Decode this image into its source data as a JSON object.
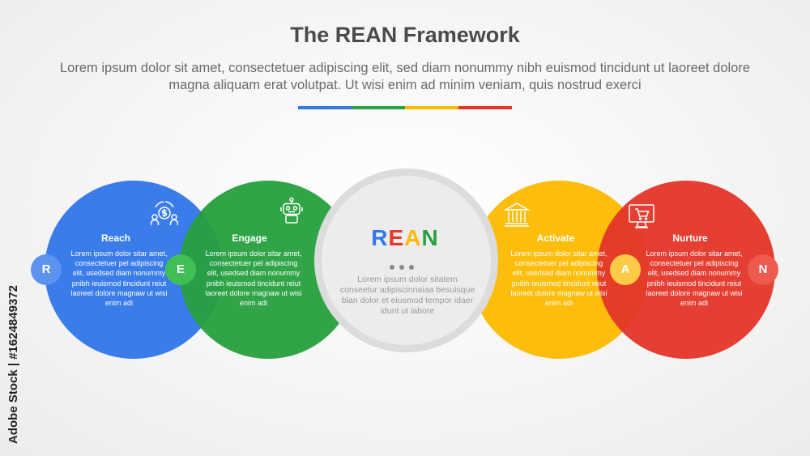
{
  "header": {
    "title": "The REAN Framework",
    "subtitle": "Lorem ipsum dolor sit amet, consectetuer adipiscing elit, sed diam nonummy nibh euismod tincidunt ut laoreet dolore magna aliquam erat volutpat. Ut wisi enim ad minim veniam, quis nostrud exerci",
    "rule_colors": [
      "#3478E8",
      "#28A040",
      "#FCBA03",
      "#E4362A"
    ]
  },
  "stages": [
    {
      "letter": "R",
      "title": "Reach",
      "icon": "money-exchange-icon",
      "color": "#3478E8",
      "text": "Lorem ipsum dolor sitar amet, consectetuer pel adipiscing elit, usedsed diam nonummy pnibh ieuismod tincidunt reiut laoreet dolore magnaw ut wisi enim adi"
    },
    {
      "letter": "E",
      "title": "Engage",
      "icon": "robot-icon",
      "color": "#28A040",
      "text": "Lorem ipsum dolor sitar amet, consectetuer pel adipiscing elit, usedsed diam nonummy pnibh ieuismod tincidunt reiut laoreet dolore magnaw ut wisi enim adi"
    },
    {
      "letter": "A",
      "title": "Activate",
      "icon": "bank-icon",
      "color": "#FCBA03",
      "text": "Lorem ipsum dolor sitar amet, consectetuer pel adipiscing elit, usedsed diam nonummy pnibh ieuismod tincidunt reiut laoreet dolore magnaw ut wisi enim adi"
    },
    {
      "letter": "N",
      "title": "Nurture",
      "icon": "shopping-cart-monitor-icon",
      "color": "#E4362A",
      "text": "Lorem ipsum dolor sitar amet, consectetuer pel adipiscing elit, usedsed diam nonummy pnibh ieuismod tincidunt reiut laoreet dolore magnaw ut wisi enim adi"
    }
  ],
  "center": {
    "logo_letters": [
      "R",
      "E",
      "A",
      "N"
    ],
    "text": "Lorem ipsum dolor sitatem conseetur adipiscinnaiaa besuisque blan dolor et eiusmod tempor idaer idunt ut labore"
  },
  "credit": "Adobe Stock | #1624849372"
}
